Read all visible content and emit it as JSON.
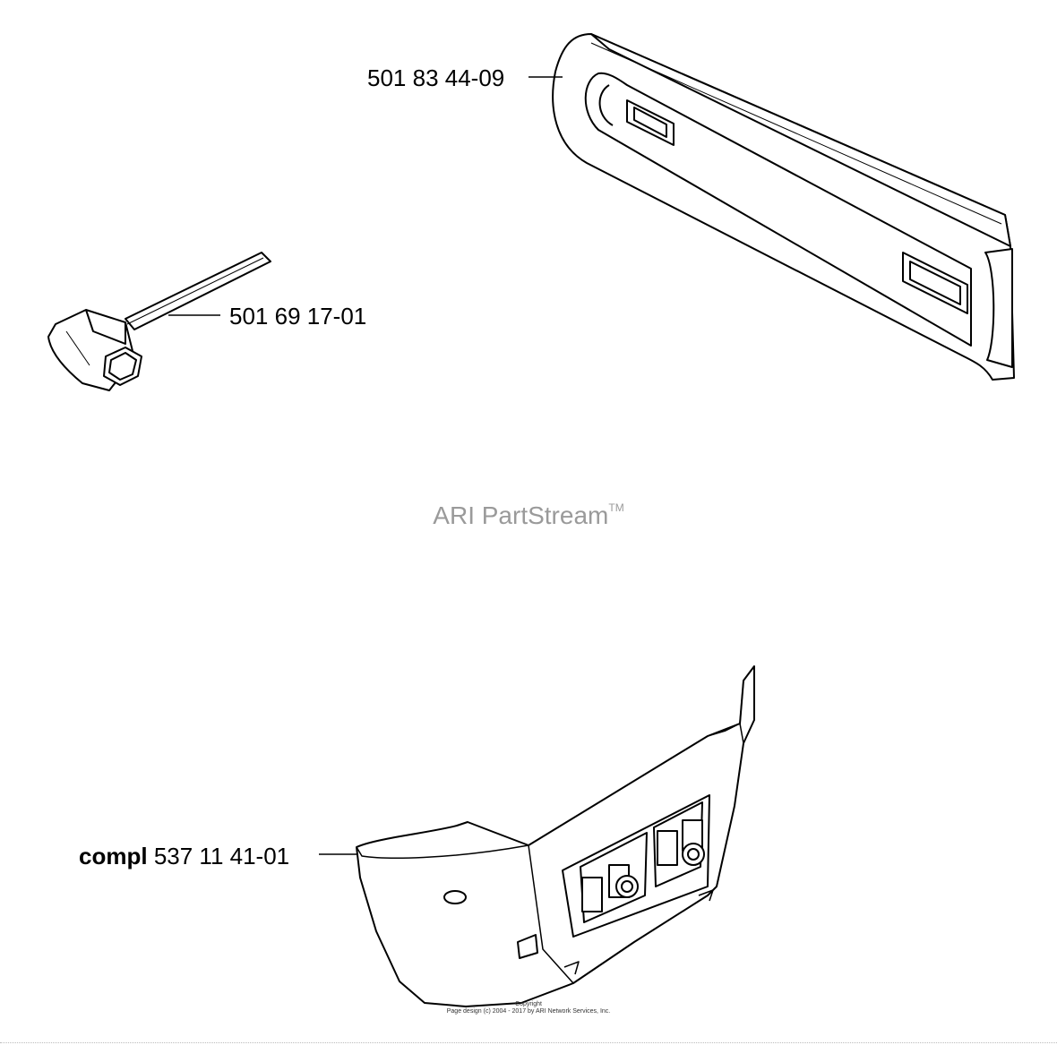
{
  "parts": [
    {
      "id": "bar-guard",
      "number": "501 83 44-09"
    },
    {
      "id": "combination-wrench",
      "number": "501 69 17-01"
    },
    {
      "id": "clutch-cover",
      "prefix": "compl",
      "number": "537 11 41-01"
    }
  ],
  "watermark": {
    "text": "ARI PartStream",
    "mark": "TM"
  },
  "copyright": {
    "line1": "Copyright",
    "line2": "Page design (c) 2004 - 2017 by ARI Network Services, Inc."
  }
}
